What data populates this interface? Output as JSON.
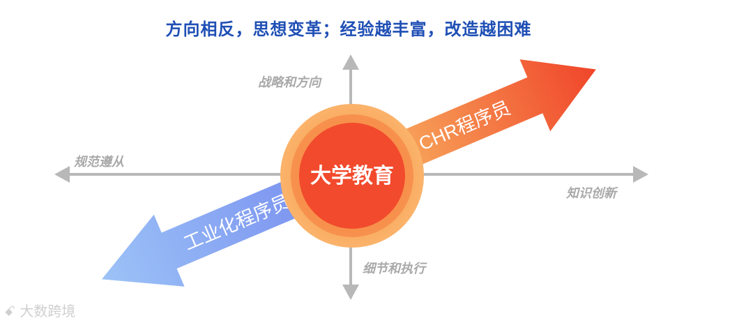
{
  "title": "方向相反，思想变革；经验越丰富，改造越困难",
  "axes": {
    "top": "战略和方向",
    "left": "规范遵从",
    "right": "知识创新",
    "bottom": "细节和执行"
  },
  "arrows": {
    "up_right": "CHR程序员",
    "down_left": "工业化程序员"
  },
  "center": "大学教育",
  "watermark": "大数跨境",
  "colors": {
    "title": "#1f4fb5",
    "axis": "#b8b8b8",
    "axis_label": "#a9a9a9",
    "arrow_orange_start": "#f7a35a",
    "arrow_orange_end": "#f0452a",
    "arrow_blue_start": "#7d95f0",
    "arrow_blue_end": "#9cc3f7",
    "circle_outer": "#fbae63",
    "circle_inner": "#f24a2d"
  }
}
